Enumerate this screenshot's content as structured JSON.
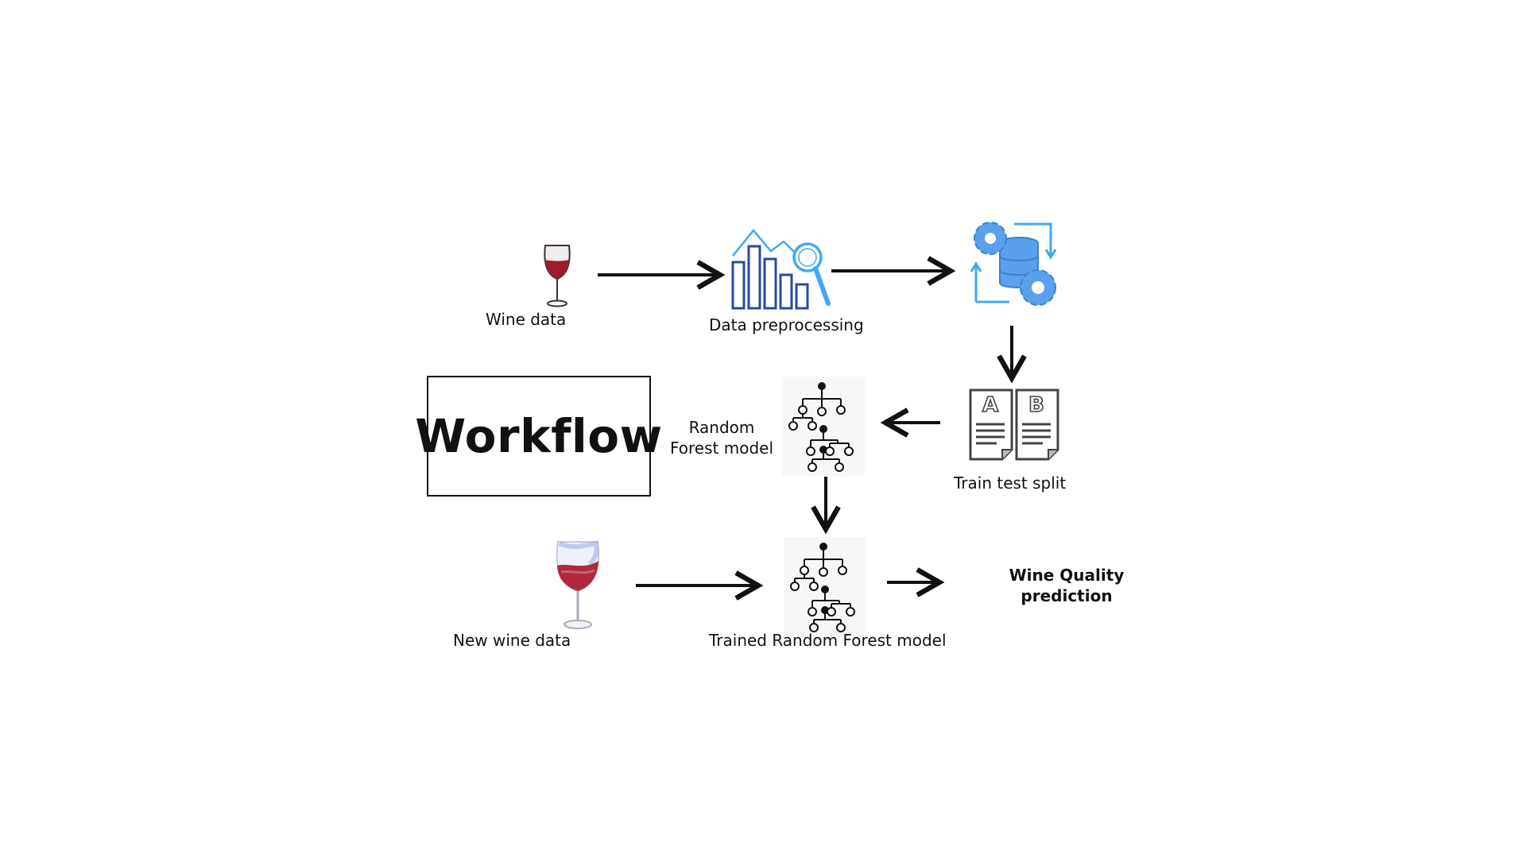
{
  "title": "Workflow",
  "nodes": {
    "wine_data": {
      "label": "Wine data",
      "icon": "wine-glass-icon"
    },
    "preprocessing": {
      "label": "Data preprocessing",
      "icon": "bar-chart-magnifier-icon"
    },
    "processing": {
      "label": "",
      "icon": "gears-database-icon"
    },
    "train_test_split": {
      "label": "Train test split",
      "icon": "ab-documents-icon"
    },
    "random_forest": {
      "label_line1": "Random",
      "label_line2": "Forest model",
      "icon": "tree-network-icon"
    },
    "trained_model": {
      "label": "Trained Random Forest model",
      "icon": "tree-network-icon"
    },
    "new_wine_data": {
      "label": "New wine data",
      "icon": "wine-glass-watercolor-icon"
    },
    "prediction": {
      "label_line1": "Wine Quality",
      "label_line2": "prediction"
    }
  },
  "colors": {
    "arrow": "#111111",
    "wine": "#9b1c2c",
    "chart_blue": "#2a4aa0",
    "accent_light_blue": "#3fa9f5",
    "gear_blue": "#5aa0ea"
  }
}
